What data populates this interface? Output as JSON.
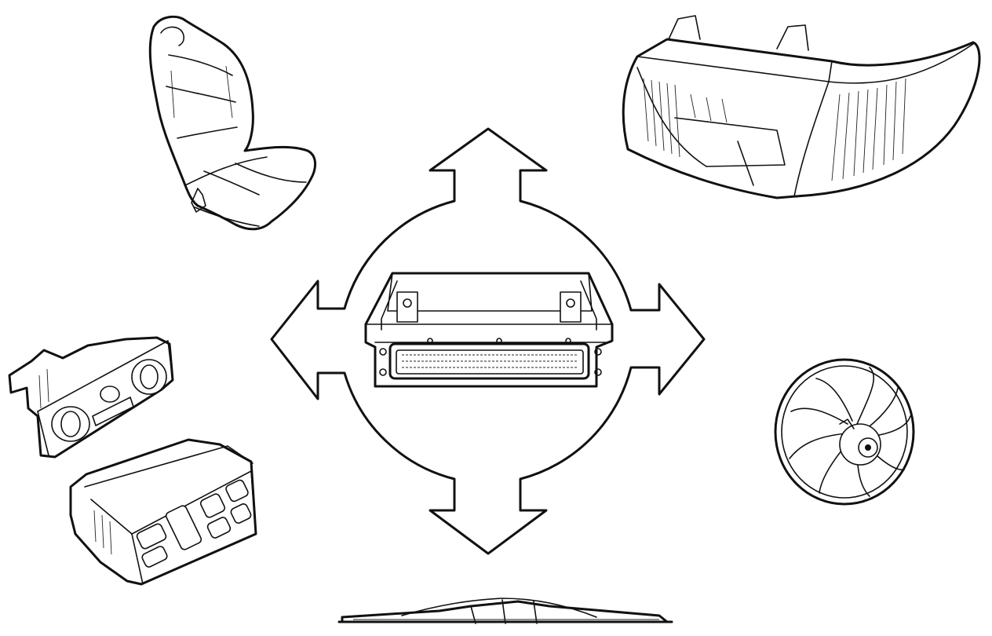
{
  "diagram": {
    "center_component": "ecu-module",
    "peripherals": [
      "seat",
      "headlamp",
      "heater-control-panel",
      "climate-control-panel",
      "cooling-fan",
      "wiper-blade"
    ],
    "line_color": "#111111",
    "background": "#ffffff"
  }
}
